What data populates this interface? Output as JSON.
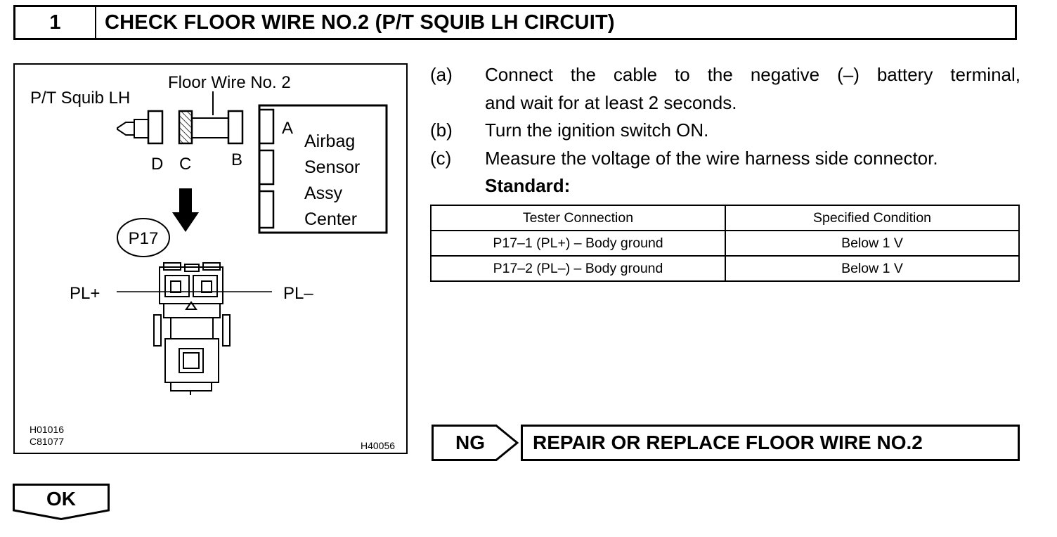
{
  "header": {
    "step_number": "1",
    "title": "CHECK FLOOR WIRE NO.2 (P/T SQUIB LH CIRCUIT)"
  },
  "figure": {
    "label_squib": "P/T Squib LH",
    "label_wire": "Floor Wire No. 2",
    "conn_a": "A",
    "conn_b": "B",
    "conn_c": "C",
    "conn_d": "D",
    "airbag_line1": "Airbag",
    "airbag_line2": "Sensor",
    "airbag_line3": "Assy",
    "airbag_line4": "Center",
    "connector_id": "P17",
    "pin_plus": "PL+",
    "pin_minus": "PL–",
    "code1": "H01016",
    "code2": "C81077",
    "code3": "H40056"
  },
  "steps": [
    {
      "letter": "(a)",
      "line1": "Connect the cable to the negative (–) battery terminal,",
      "line2": "and wait for at least 2 seconds."
    },
    {
      "letter": "(b)",
      "line1": "Turn the ignition switch ON."
    },
    {
      "letter": "(c)",
      "line1": "Measure the voltage of the wire harness side connector."
    }
  ],
  "standard_label": "Standard:",
  "table": {
    "headers": [
      "Tester Connection",
      "Specified Condition"
    ],
    "rows": [
      [
        "P17–1 (PL+) – Body ground",
        "Below 1 V"
      ],
      [
        "P17–2 (PL–) – Body ground",
        "Below 1 V"
      ]
    ]
  },
  "ng": {
    "label": "NG",
    "action": "REPAIR OR REPLACE FLOOR WIRE NO.2"
  },
  "ok": {
    "label": "OK"
  }
}
